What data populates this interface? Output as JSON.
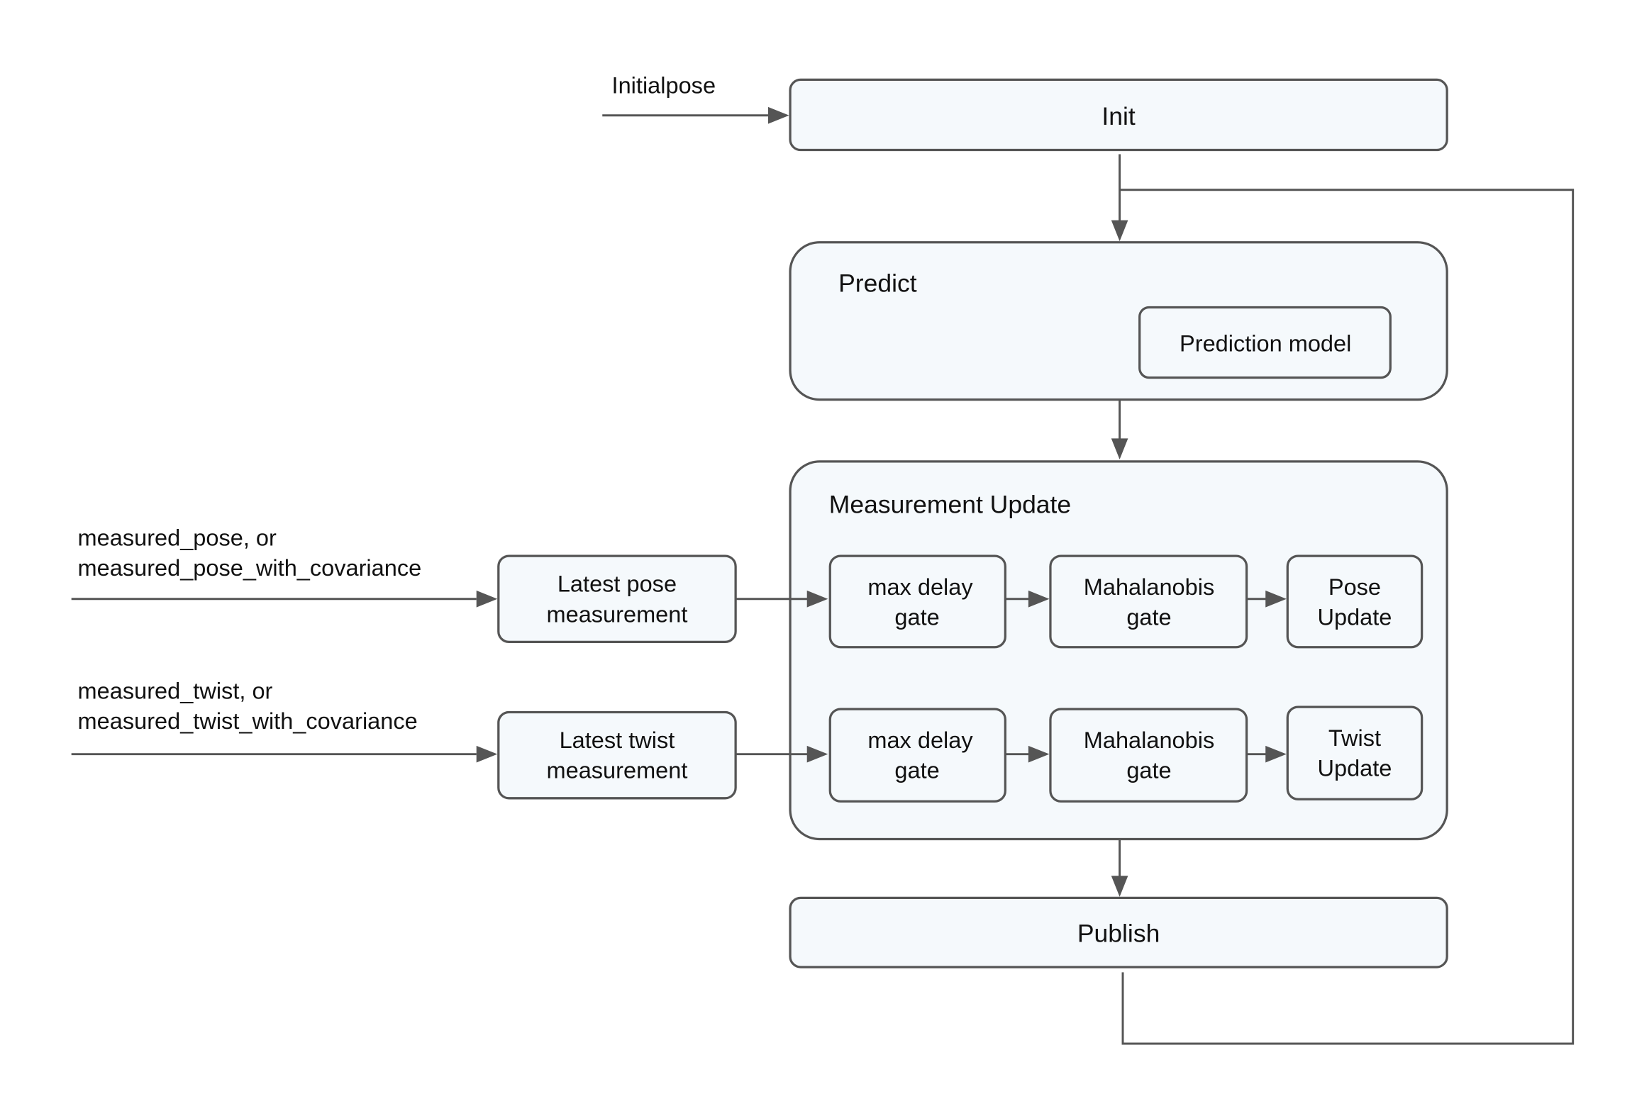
{
  "colors": {
    "box_fill": "#f5f9fc",
    "stroke": "#555555",
    "text": "#111111"
  },
  "inputs": {
    "initialpose": "Initialpose",
    "pose_line1": "measured_pose, or",
    "pose_line2": "measured_pose_with_covariance",
    "twist_line1": "measured_twist, or",
    "twist_line2": "measured_twist_with_covariance"
  },
  "nodes": {
    "init": "Init",
    "predict": "Predict",
    "prediction_model": "Prediction model",
    "measurement_update": "Measurement Update",
    "latest_pose": [
      "Latest pose",
      "measurement"
    ],
    "latest_twist": [
      "Latest twist",
      "measurement"
    ],
    "pose_delay_gate": [
      "max delay",
      "gate"
    ],
    "pose_mahalanobis_gate": [
      "Mahalanobis",
      "gate"
    ],
    "pose_update": [
      "Pose",
      "Update"
    ],
    "twist_delay_gate": [
      "max delay",
      "gate"
    ],
    "twist_mahalanobis_gate": [
      "Mahalanobis",
      "gate"
    ],
    "twist_update": [
      "Twist",
      "Update"
    ],
    "publish": "Publish"
  }
}
